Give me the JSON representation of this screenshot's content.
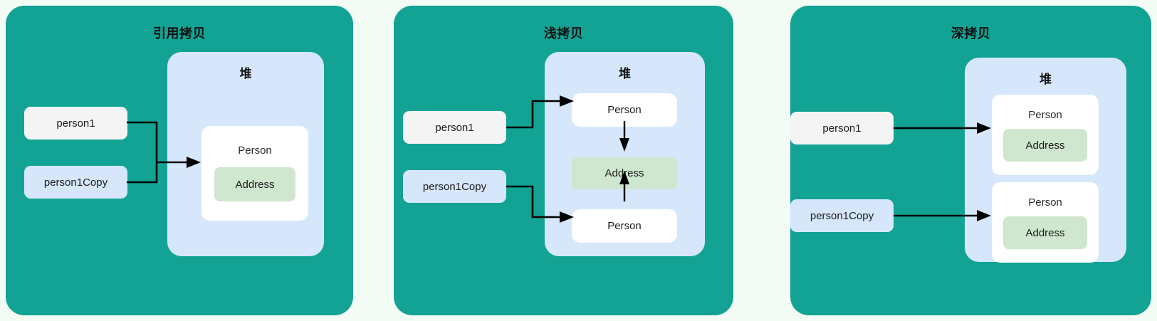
{
  "page": {
    "background_color": "#f2fbf4",
    "panel_color": "#13a394",
    "heap_color": "#d6e7fb",
    "var_gray_color": "#f4f4f4",
    "var_blue_color": "#d6e7fb",
    "person_color": "#ffffff",
    "address_color": "#cfe6cf",
    "arrow_color": "#000000"
  },
  "panels": [
    {
      "id": "reference-copy",
      "title": "引用拷贝",
      "heap_title": "堆",
      "variables": [
        {
          "label": "person1",
          "style": "gray"
        },
        {
          "label": "person1Copy",
          "style": "blue"
        }
      ],
      "heap_objects": [
        {
          "label": "Person",
          "children": [
            {
              "label": "Address"
            }
          ]
        }
      ]
    },
    {
      "id": "shallow-copy",
      "title": "浅拷贝",
      "heap_title": "堆",
      "variables": [
        {
          "label": "person1",
          "style": "gray"
        },
        {
          "label": "person1Copy",
          "style": "blue"
        }
      ],
      "heap_objects": [
        {
          "label": "Person",
          "children": []
        },
        {
          "label": "Address",
          "children": []
        },
        {
          "label": "Person",
          "children": []
        }
      ]
    },
    {
      "id": "deep-copy",
      "title": "深拷贝",
      "heap_title": "堆",
      "variables": [
        {
          "label": "person1",
          "style": "gray"
        },
        {
          "label": "person1Copy",
          "style": "blue"
        }
      ],
      "heap_objects": [
        {
          "label": "Person",
          "children": [
            {
              "label": "Address"
            }
          ]
        },
        {
          "label": "Person",
          "children": [
            {
              "label": "Address"
            }
          ]
        }
      ]
    }
  ]
}
